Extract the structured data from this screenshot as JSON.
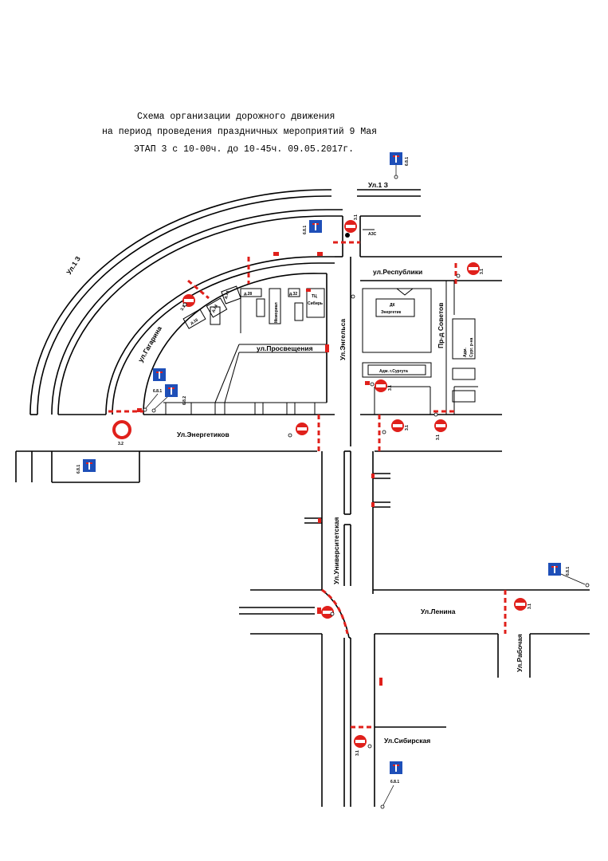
{
  "title": {
    "line1": "Схема организации дорожного движения",
    "line2": "на период проведения праздничных мероприятий 9 Мая",
    "line3": "ЭТАП 3 с 10-00ч. до 10-45ч. 09.05.2017г."
  },
  "streets": {
    "ul_1z_top": "Ул.1 З",
    "ul_1z_arc": "Ул.1 З",
    "respubliki": "ул.Республики",
    "energetikov": "Ул.Энергетиков",
    "prosvescheniya": "ул.Просвещения",
    "gagarina": "ул.Гагарина",
    "enegelsa": "Ул.Энгельса",
    "pr_sovetov": "Пр-д Советов",
    "universitetskaya": "Ул.Университетская",
    "lenina": "Ул.Ленина",
    "rabochaya": "Ул.Рабочая",
    "sibirskaya": "Ул.Сибирская"
  },
  "buildings": {
    "azs": "АЗС",
    "dk_line1": "ДК",
    "dk_line2": "Энергетик",
    "adm_surguta": "Адм. г.Сургута",
    "adm_surg_line1": "Адм.",
    "adm_surg_line2": "Сург. р-на",
    "tc_line1": "ТЦ",
    "tc_line2": "Сибирь",
    "memorial": "Мемориал",
    "g32": "д.32",
    "g28": "д.28",
    "g24a": "д.24",
    "g24b": "д.24",
    "g16": "д.16"
  },
  "signs": {
    "no_entry_code": "3.1",
    "no_traffic_code": "3.2",
    "dead_end_code": "6.8.1",
    "dead_end_code_2": "6.8.2"
  },
  "colors": {
    "barrier": "#e0201b",
    "info_sign": "#1e4fb8",
    "road": "#000000"
  }
}
